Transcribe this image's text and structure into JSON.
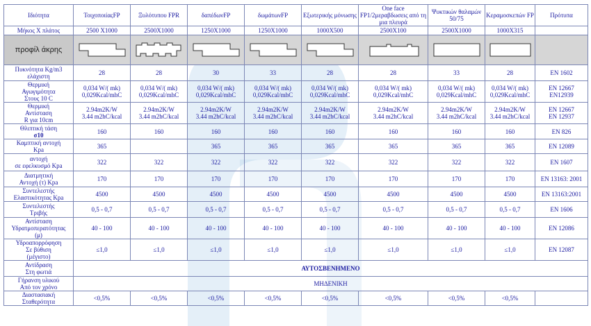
{
  "header": {
    "property": "Ιδιότητα",
    "columns": [
      "ΤοιχοποιίαςFP",
      "Ξυλότυπου FPR",
      "δαπέδωνFP",
      "δωμάτωνFP",
      "Εξωτερικής μόνωσης",
      "One face FP1/2μεραβδωσεις από τη μια πλευρά",
      "Ψυκτικών θαλαμών 50/75",
      "Κεραμοσκεπών FP"
    ],
    "standard": "Πρότυπα"
  },
  "rows": {
    "dimensions": {
      "label": "Μήκος Χ πλάτος",
      "values": [
        "2500 Χ1000",
        "2500Χ1000",
        "1250Χ1000",
        "1250Χ1000",
        "1000Χ500",
        "2500Χ100",
        "2500Χ1000",
        "1000Χ315"
      ],
      "standard": ""
    },
    "profile": {
      "label": "προφίλ άκρης"
    },
    "density": {
      "label1": "Πυκνότητα Kg/m3",
      "label2": "ελάχιστη",
      "values": [
        "28",
        "28",
        "30",
        "33",
        "28",
        "28",
        "33",
        "28"
      ],
      "standard": "EN 1602"
    },
    "thermal": {
      "label1": "Θερμική",
      "label2": "Αγωγιμότητα",
      "label3": "Στους 10 C",
      "value1": "0,034 W/( mk)",
      "value2": "0,029Kcal/mhC",
      "standard1": "EN 12667",
      "standard2": "EN12939"
    },
    "resistance": {
      "label1": "Θερμική",
      "label2": "Αντίσταση",
      "label3": "R για 10cm",
      "value1": "2.94m2K/W",
      "value2": "3.44 m2hC/kcal",
      "standard1": "EN 12667",
      "standard2": "EN 12937"
    },
    "tensile": {
      "label1": "Θλιπτική τάση",
      "label2": "σ10",
      "values": [
        "160",
        "160",
        "160",
        "160",
        "160",
        "160",
        "160",
        "160"
      ],
      "standard": "EN 826"
    },
    "bending": {
      "label1": "Καμπτική αντοχή",
      "label2": "Kpa",
      "values": [
        "365",
        "",
        "365",
        "365",
        "365",
        "365",
        "365",
        "365"
      ],
      "standard": "EN 12089"
    },
    "compression": {
      "label1": "αντοχή",
      "label2": "σε εφελκυσμό Kpa",
      "values": [
        "322",
        "322",
        "322",
        "322",
        "322",
        "322",
        "322",
        "322"
      ],
      "standard": "EN 1607"
    },
    "shear": {
      "label1": "Διατμητική",
      "label2": "Αντοχή (τ) Kpa",
      "values": [
        "170",
        "170",
        "170",
        "170",
        "170",
        "170",
        "170",
        "170"
      ],
      "standard": "EN 13163: 2001"
    },
    "elasticity": {
      "label1": "Συντελεστής",
      "label2": "Ελαστικότητας Kpa",
      "values": [
        "4500",
        "4500",
        "4500",
        "4500",
        "4500",
        "4500",
        "4500",
        "4500"
      ],
      "standard": "EN 13163:2001"
    },
    "friction": {
      "label1": "Συντελεστής",
      "label2": "Τριβής",
      "values": [
        "0,5 - 0,7",
        "0,5 - 0,7",
        "0,5 - 0,7",
        "0,5 - 0,7",
        "0,5 - 0,7",
        "0,5 - 0,7",
        "0,5 - 0,7",
        "0,5 - 0,7"
      ],
      "standard": "EN 1606"
    },
    "vapour": {
      "label1": "Αντίσταση",
      "label2": "Υδρατμοπερατότητας",
      "label3": "(μ)",
      "values": [
        "40 - 100",
        "40 - 100",
        "40 - 100",
        "40 - 100",
        "40 - 100",
        "40 - 100",
        "40 - 100",
        "40 - 100"
      ],
      "standard": "EN 12086"
    },
    "water": {
      "label1": "Υδροαπορρόφηση",
      "label2": "Σε βύθιση",
      "label3": "(μέγιστο)",
      "values": [
        "≤1,0",
        "≤1,0",
        "≤1,0",
        "≤1,0",
        "≤1,0",
        "≤1,0",
        "≤1,0",
        "≤1,0"
      ],
      "standard": "EN 12087"
    },
    "fire": {
      "label1": "Αντίδραση",
      "label2": "Στη φωτιά",
      "value": "ΑΥΤΟΣΒΕΝΗΜΕΝΟ"
    },
    "aging": {
      "label1": "Γήρανση υλικού",
      "label2": "Από τον χρόνο",
      "value": "ΜΗΔΕΝΙΚΗ"
    },
    "stability": {
      "label1": "Διαστασιακή",
      "label2": "Σταθερότητα",
      "values": [
        "<0,5%",
        "<0,5%",
        "<0,5%",
        "<0,5%",
        "<0,5%",
        "<0,5%",
        "<0,5%",
        "<0,5%"
      ],
      "standard": ""
    }
  },
  "colors": {
    "text": "#1a1aa0",
    "border": "#7b86b5",
    "profile_bg": "#d6d6d6",
    "watermark": "#6aa6d8"
  }
}
